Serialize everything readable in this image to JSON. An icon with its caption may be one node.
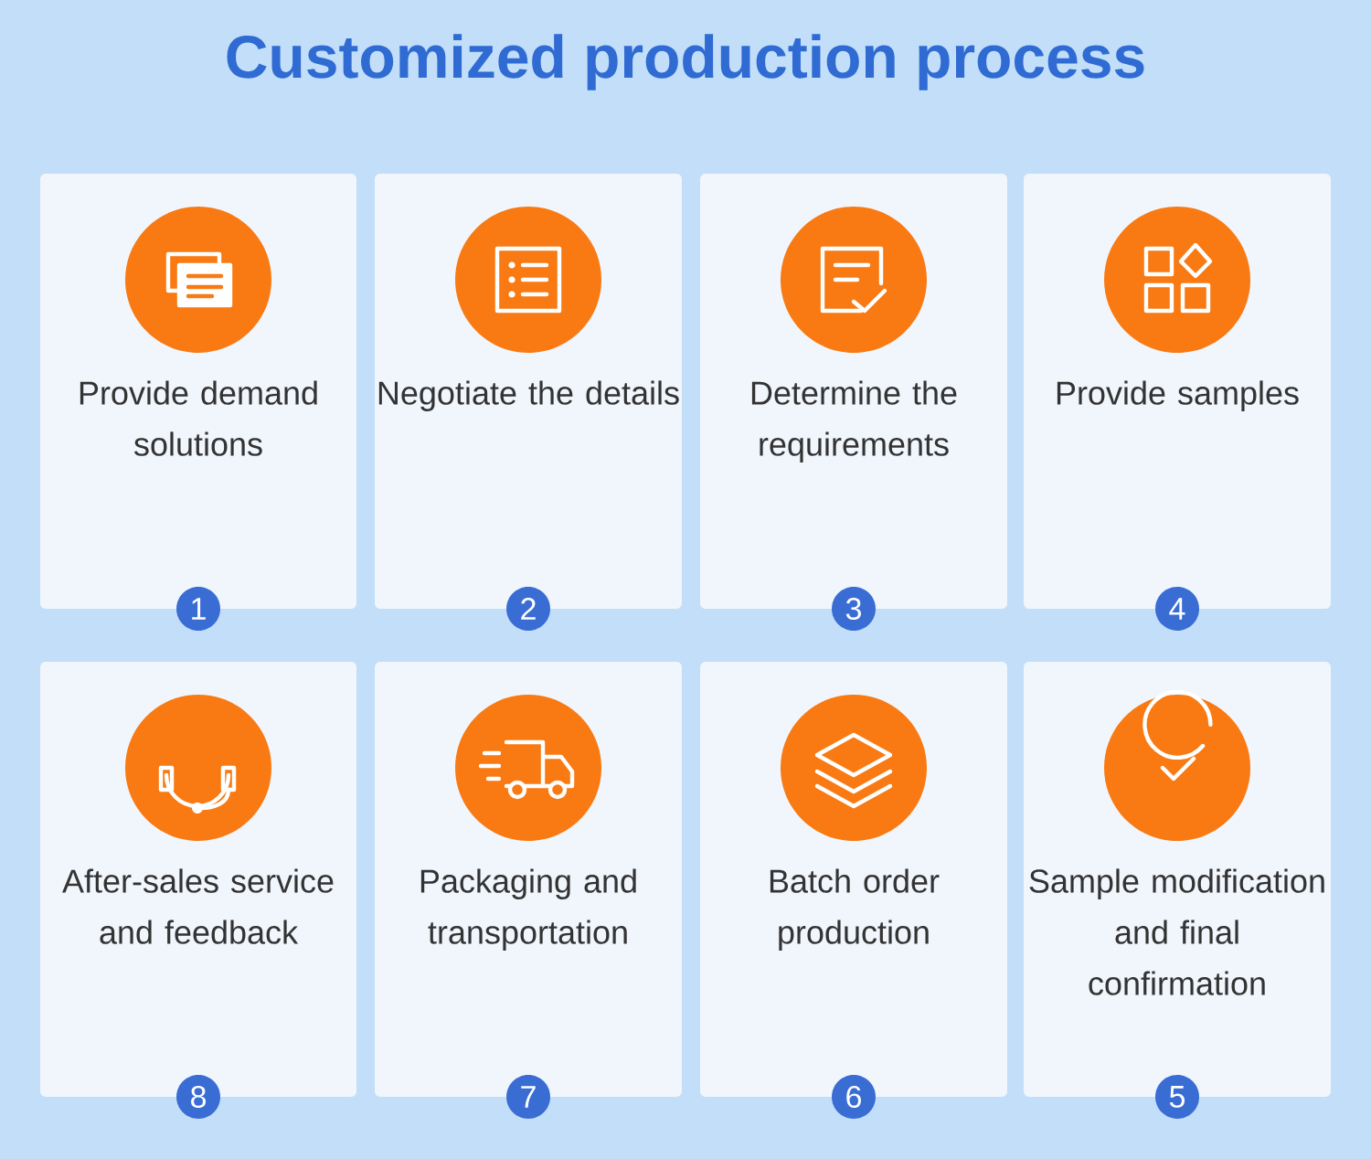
{
  "diagram": {
    "title": "Customized production process",
    "nodes": [
      {
        "text": [
          "Provide demand solutions"
        ]
      },
      {
        "text": [
          "Negotiate the details"
        ]
      },
      {
        "text": [
          "Determine the requirements"
        ]
      },
      {
        "text": [
          "Provide samples"
        ]
      },
      {
        "text": [
          "After-sales service and feedback"
        ]
      },
      {
        "text": [
          "Packaging and transportation"
        ]
      },
      {
        "text": [
          "Batch order production"
        ]
      },
      {
        "text": [
          "Sample modification and final confirmation"
        ]
      },
      {
        "text": [
          "1"
        ]
      },
      {
        "text": [
          "2"
        ]
      },
      {
        "text": [
          "3"
        ]
      },
      {
        "text": [
          "4"
        ]
      },
      {
        "text": [
          "8"
        ]
      },
      {
        "text": [
          "7"
        ]
      },
      {
        "text": [
          "6"
        ]
      },
      {
        "text": [
          "5"
        ]
      }
    ]
  }
}
